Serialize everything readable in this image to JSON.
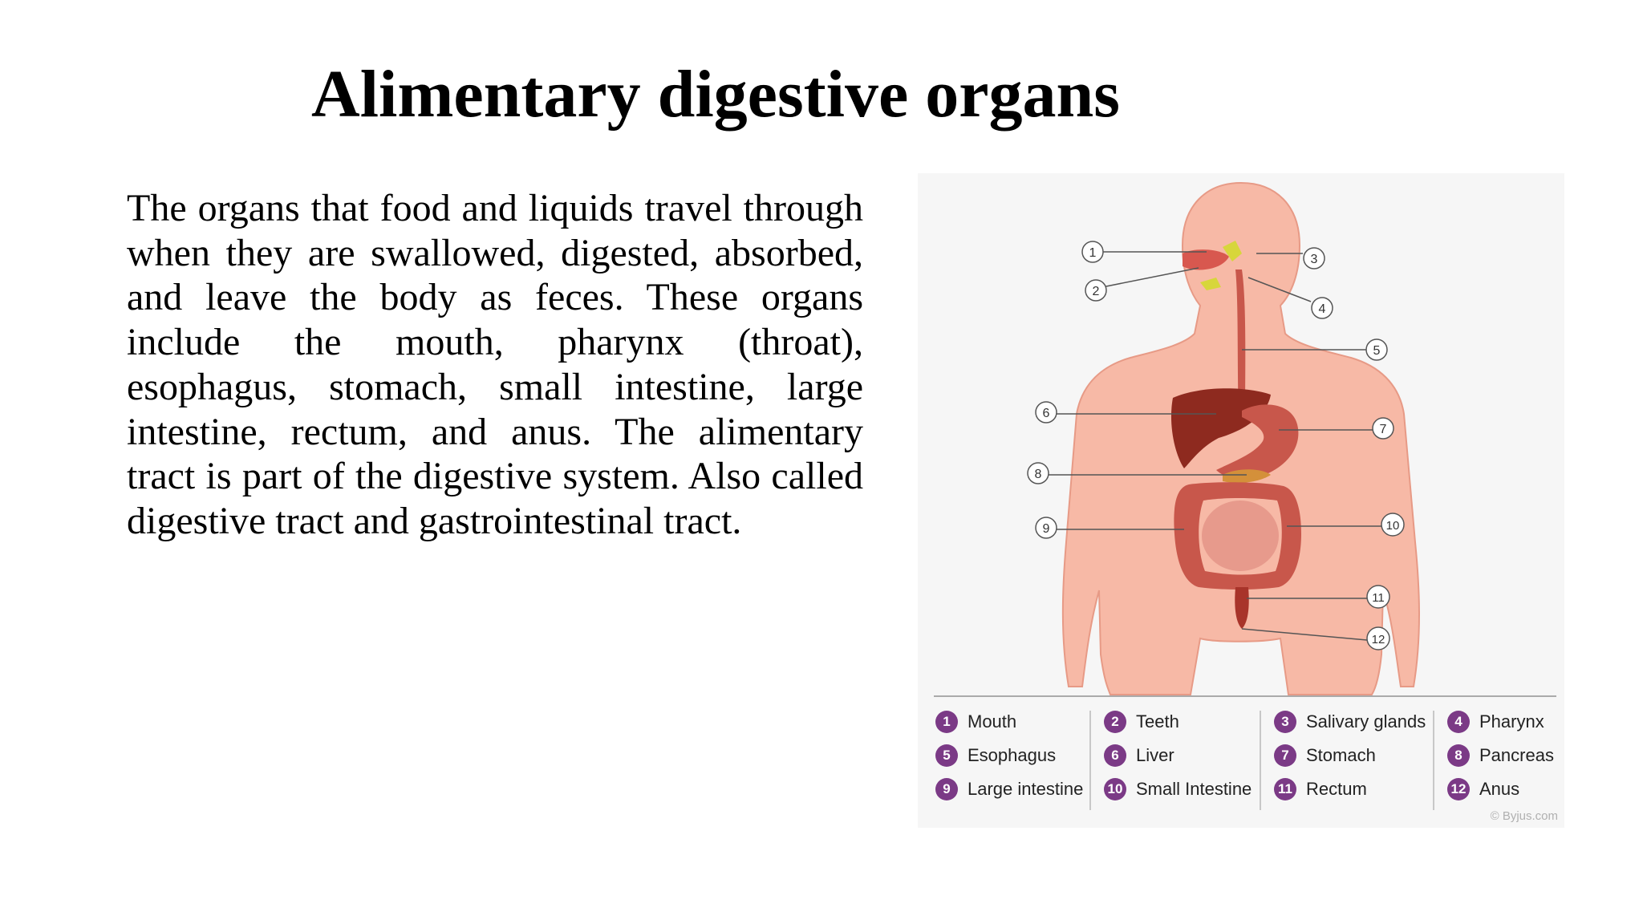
{
  "slide": {
    "title": "Alimentary digestive organs",
    "paragraph": "The organs that food and liquids travel through when they are swallowed, digested, absorbed, and leave the body as feces. These organs include the mouth, pharynx (throat), esophagus, stomach, small intestine, large intestine, rectum, and anus. The alimentary tract is part of the digestive system. Also called digestive tract and gastrointestinal tract."
  },
  "diagram": {
    "callouts": [
      "1",
      "2",
      "3",
      "4",
      "5",
      "6",
      "7",
      "8",
      "9",
      "10",
      "11",
      "12"
    ],
    "legend": [
      {
        "num": "1",
        "label": "Mouth"
      },
      {
        "num": "2",
        "label": "Teeth"
      },
      {
        "num": "3",
        "label": "Salivary glands"
      },
      {
        "num": "4",
        "label": "Pharynx"
      },
      {
        "num": "5",
        "label": "Esophagus"
      },
      {
        "num": "6",
        "label": "Liver"
      },
      {
        "num": "7",
        "label": "Stomach"
      },
      {
        "num": "8",
        "label": "Pancreas"
      },
      {
        "num": "9",
        "label": "Large intestine"
      },
      {
        "num": "10",
        "label": "Small Intestine"
      },
      {
        "num": "11",
        "label": "Rectum"
      },
      {
        "num": "12",
        "label": "Anus"
      }
    ],
    "credit": "© Byjus.com",
    "colors": {
      "skin": "#f7b9a6",
      "skin_outline": "#e79a86",
      "liver": "#8e2a1f",
      "gut": "#c8574b",
      "small_intestine": "#e79a8c",
      "legend_badge": "#7b3a86"
    }
  }
}
